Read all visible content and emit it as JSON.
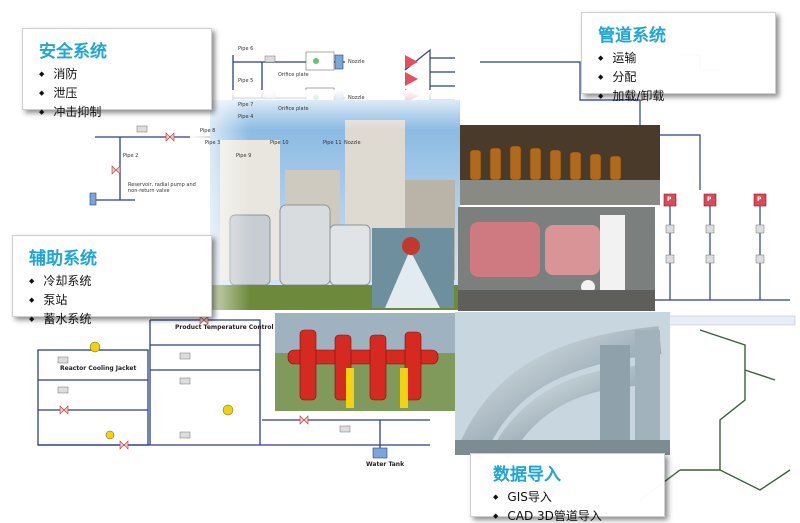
{
  "panels": {
    "safety": {
      "title": "安全系统",
      "items": [
        "消防",
        "泄压",
        "冲击抑制"
      ]
    },
    "pipeline": {
      "title": "管道系统",
      "items": [
        "运输",
        "分配",
        "加载/卸载"
      ]
    },
    "auxiliary": {
      "title": "辅助系统",
      "items": [
        "冷却系统",
        "泵站",
        "蓄水系统"
      ]
    },
    "data_import": {
      "title": "数据导入",
      "items": [
        "GIS导入",
        "CAD 3D管道导入"
      ]
    }
  },
  "diagram_labels": {
    "pipe_6": "Pipe 6",
    "pipe_5": "Pipe 5",
    "pipe_7": "Pipe 7",
    "pipe_4": "Pipe 4",
    "pipe_2": "Pipe 2",
    "pipe_3": "Pipe 3",
    "pipe_8": "Pipe 8",
    "pipe_9": "Pipe 9",
    "pipe_10": "Pipe 10",
    "pipe_11": "Pipe 11",
    "orifice_1": "Orifice plate",
    "orifice_2": "Orifice plate",
    "nozzle_1": "Nozzle",
    "nozzle_2": "Nozzle",
    "nozzle_3": "Nozzle",
    "reservoir_note": "Reservoir, radial pump and non-return valve",
    "product_temp": "Product Temperature Control",
    "reactor_jacket": "Reactor Cooling Jacket",
    "water_tank": "Water Tank",
    "p_symbol": "P"
  },
  "colors": {
    "panel_title": "#1ea6d6",
    "pipe": "#2a3f8f",
    "valve": "#c0392b"
  }
}
